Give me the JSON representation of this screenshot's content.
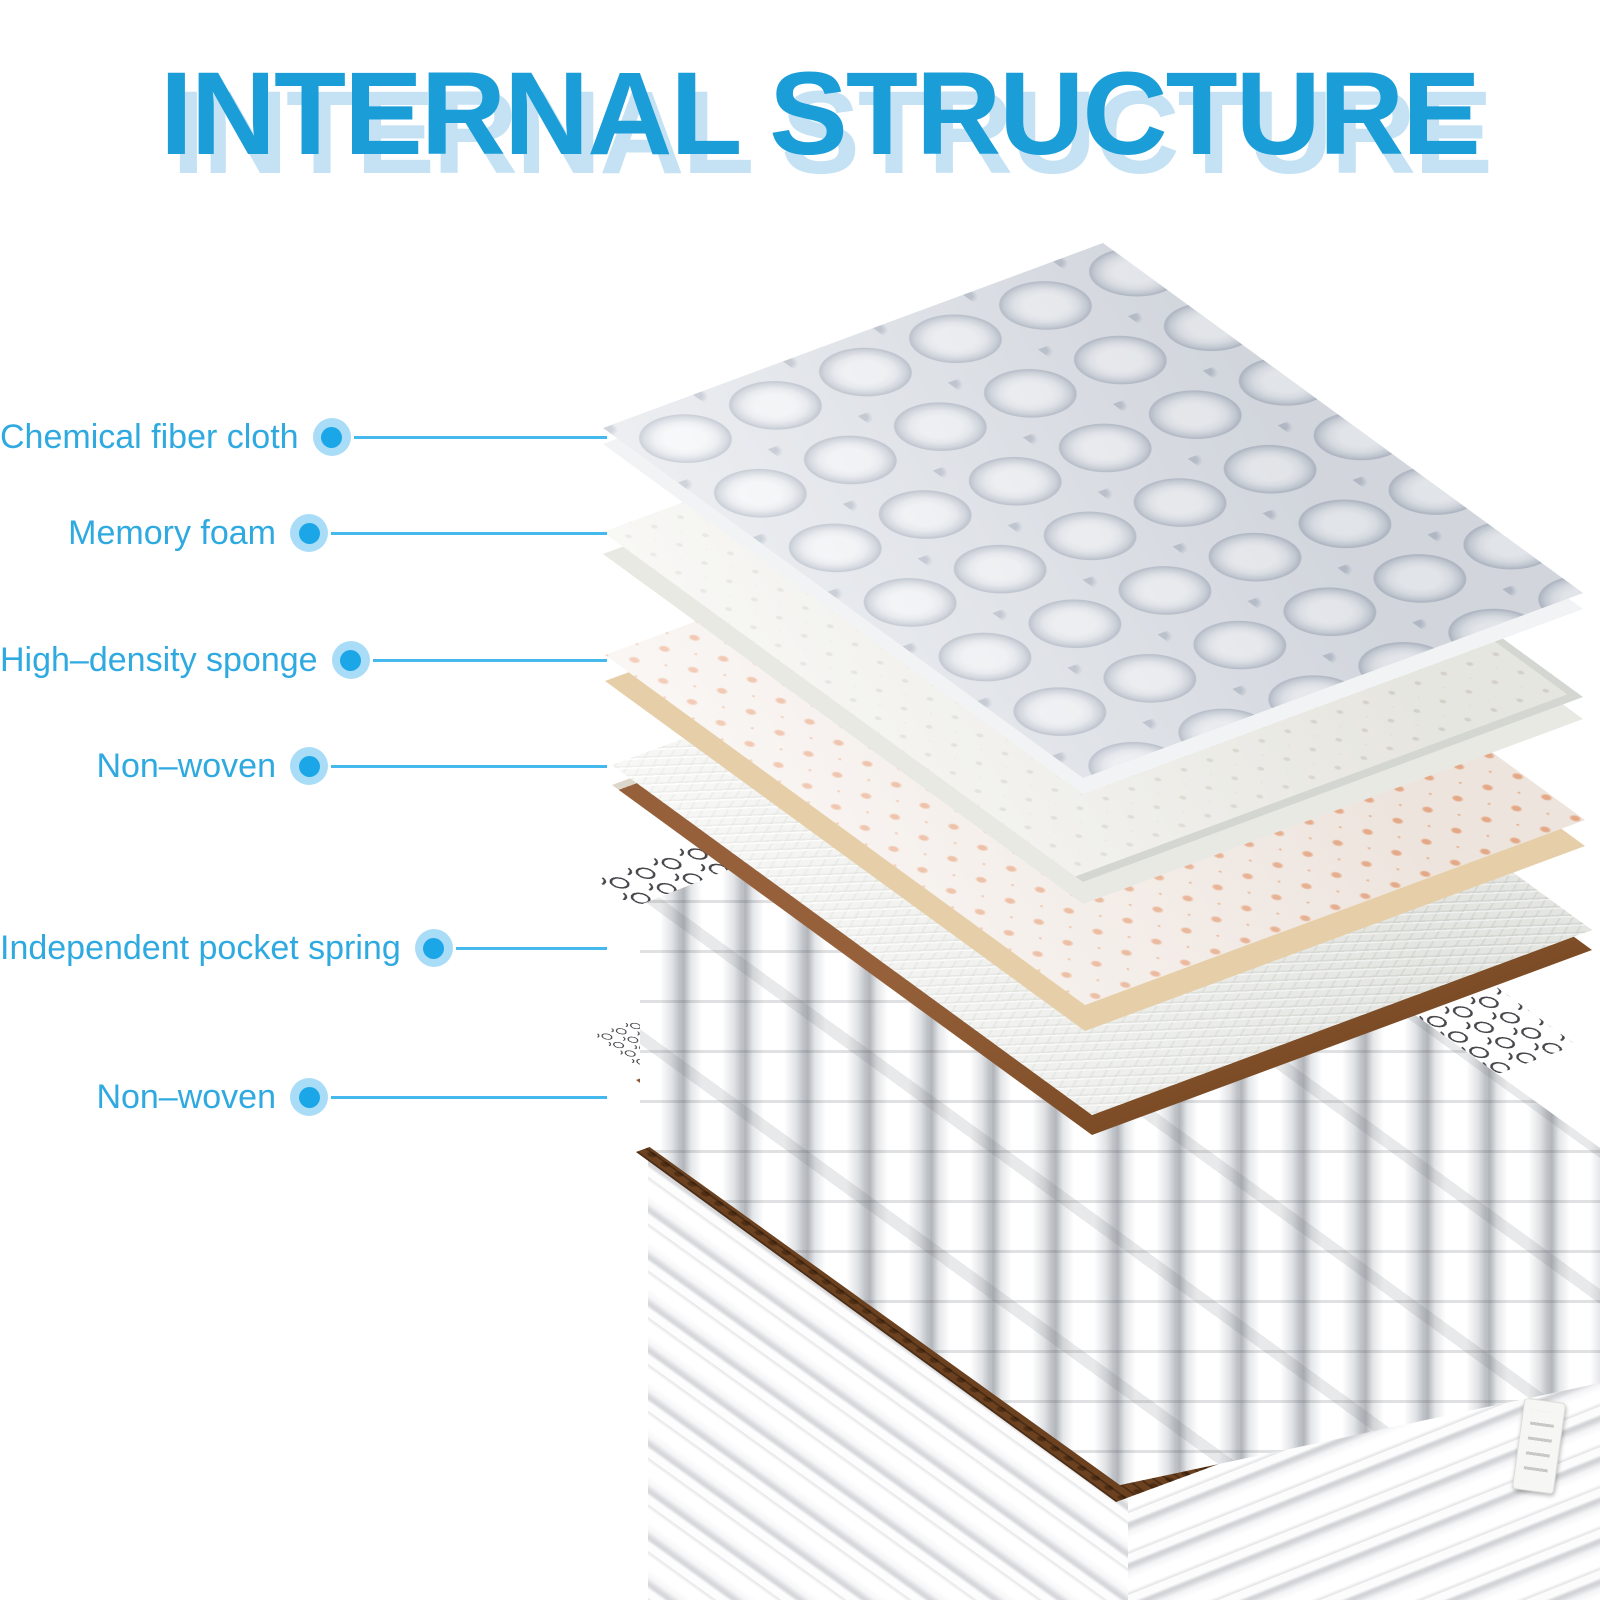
{
  "title": "INTERNAL STRUCTURE",
  "colors": {
    "title": "#1B9DD8",
    "title_shadow": "#C5E2F4",
    "accent": "#2FAAE1",
    "line": "#45B9EE",
    "bullet": "#1BA6E8",
    "bullet_halo": "#A9DDF7"
  },
  "callouts": [
    {
      "label": "Chemical fiber cloth"
    },
    {
      "label": "Memory foam"
    },
    {
      "label": "High–density sponge"
    },
    {
      "label": "Non–woven"
    },
    {
      "label": "Independent pocket spring"
    },
    {
      "label": "Non–woven"
    }
  ]
}
